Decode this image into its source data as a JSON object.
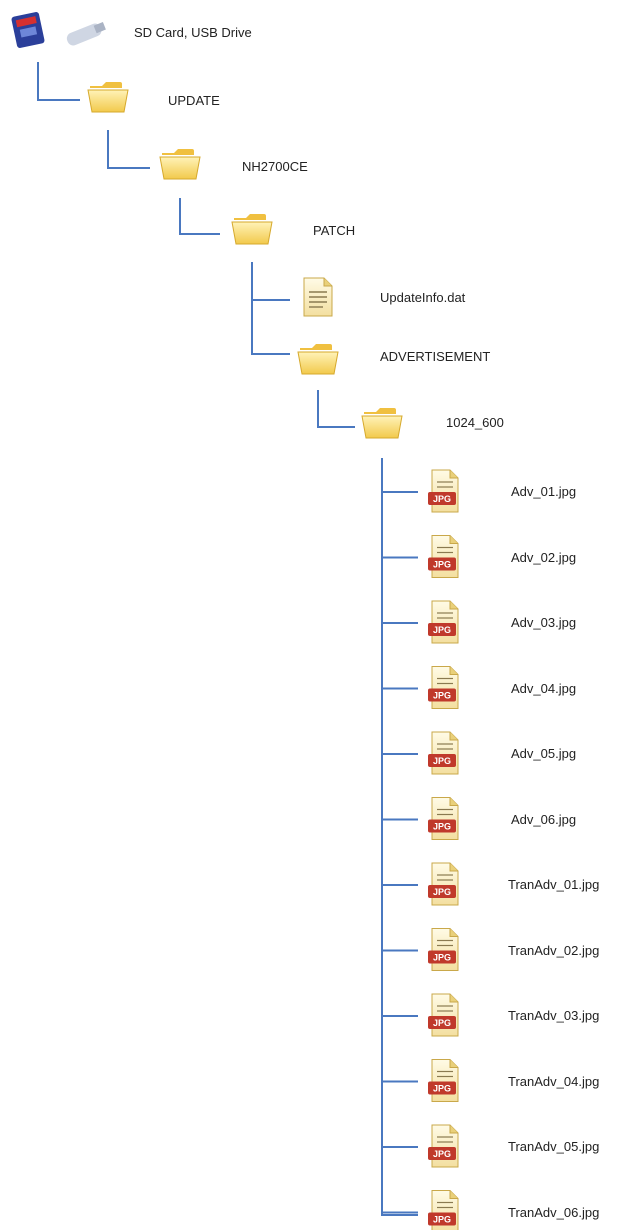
{
  "tree": {
    "root": {
      "label": "SD Card, USB Drive",
      "icons": [
        "sd-card-icon",
        "usb-drive-icon"
      ]
    },
    "folders": [
      {
        "id": "update",
        "label": "UPDATE",
        "icon": "folder-icon"
      },
      {
        "id": "nh2700ce",
        "label": "NH2700CE",
        "icon": "folder-icon"
      },
      {
        "id": "patch",
        "label": "PATCH",
        "icon": "folder-icon"
      },
      {
        "id": "updateinfo",
        "label": "UpdateInfo.dat",
        "icon": "text-file-icon"
      },
      {
        "id": "advertisement",
        "label": "ADVERTISEMENT",
        "icon": "folder-icon"
      },
      {
        "id": "res-1024-600",
        "label": "1024_600",
        "icon": "folder-icon"
      }
    ],
    "files": [
      {
        "label": "Adv_01.jpg",
        "badge": "JPG"
      },
      {
        "label": "Adv_02.jpg",
        "badge": "JPG"
      },
      {
        "label": "Adv_03.jpg",
        "badge": "JPG"
      },
      {
        "label": "Adv_04.jpg",
        "badge": "JPG"
      },
      {
        "label": "Adv_05.jpg",
        "badge": "JPG"
      },
      {
        "label": "Adv_06.jpg",
        "badge": "JPG"
      },
      {
        "label": "TranAdv_01.jpg",
        "badge": "JPG"
      },
      {
        "label": "TranAdv_02.jpg",
        "badge": "JPG"
      },
      {
        "label": "TranAdv_03.jpg",
        "badge": "JPG"
      },
      {
        "label": "TranAdv_04.jpg",
        "badge": "JPG"
      },
      {
        "label": "TranAdv_05.jpg",
        "badge": "JPG"
      },
      {
        "label": "TranAdv_06.jpg",
        "badge": "JPG"
      }
    ],
    "colors": {
      "connector": "#4a78c0",
      "folder": "#f7d768",
      "jpg_badge": "#c0392b"
    }
  }
}
